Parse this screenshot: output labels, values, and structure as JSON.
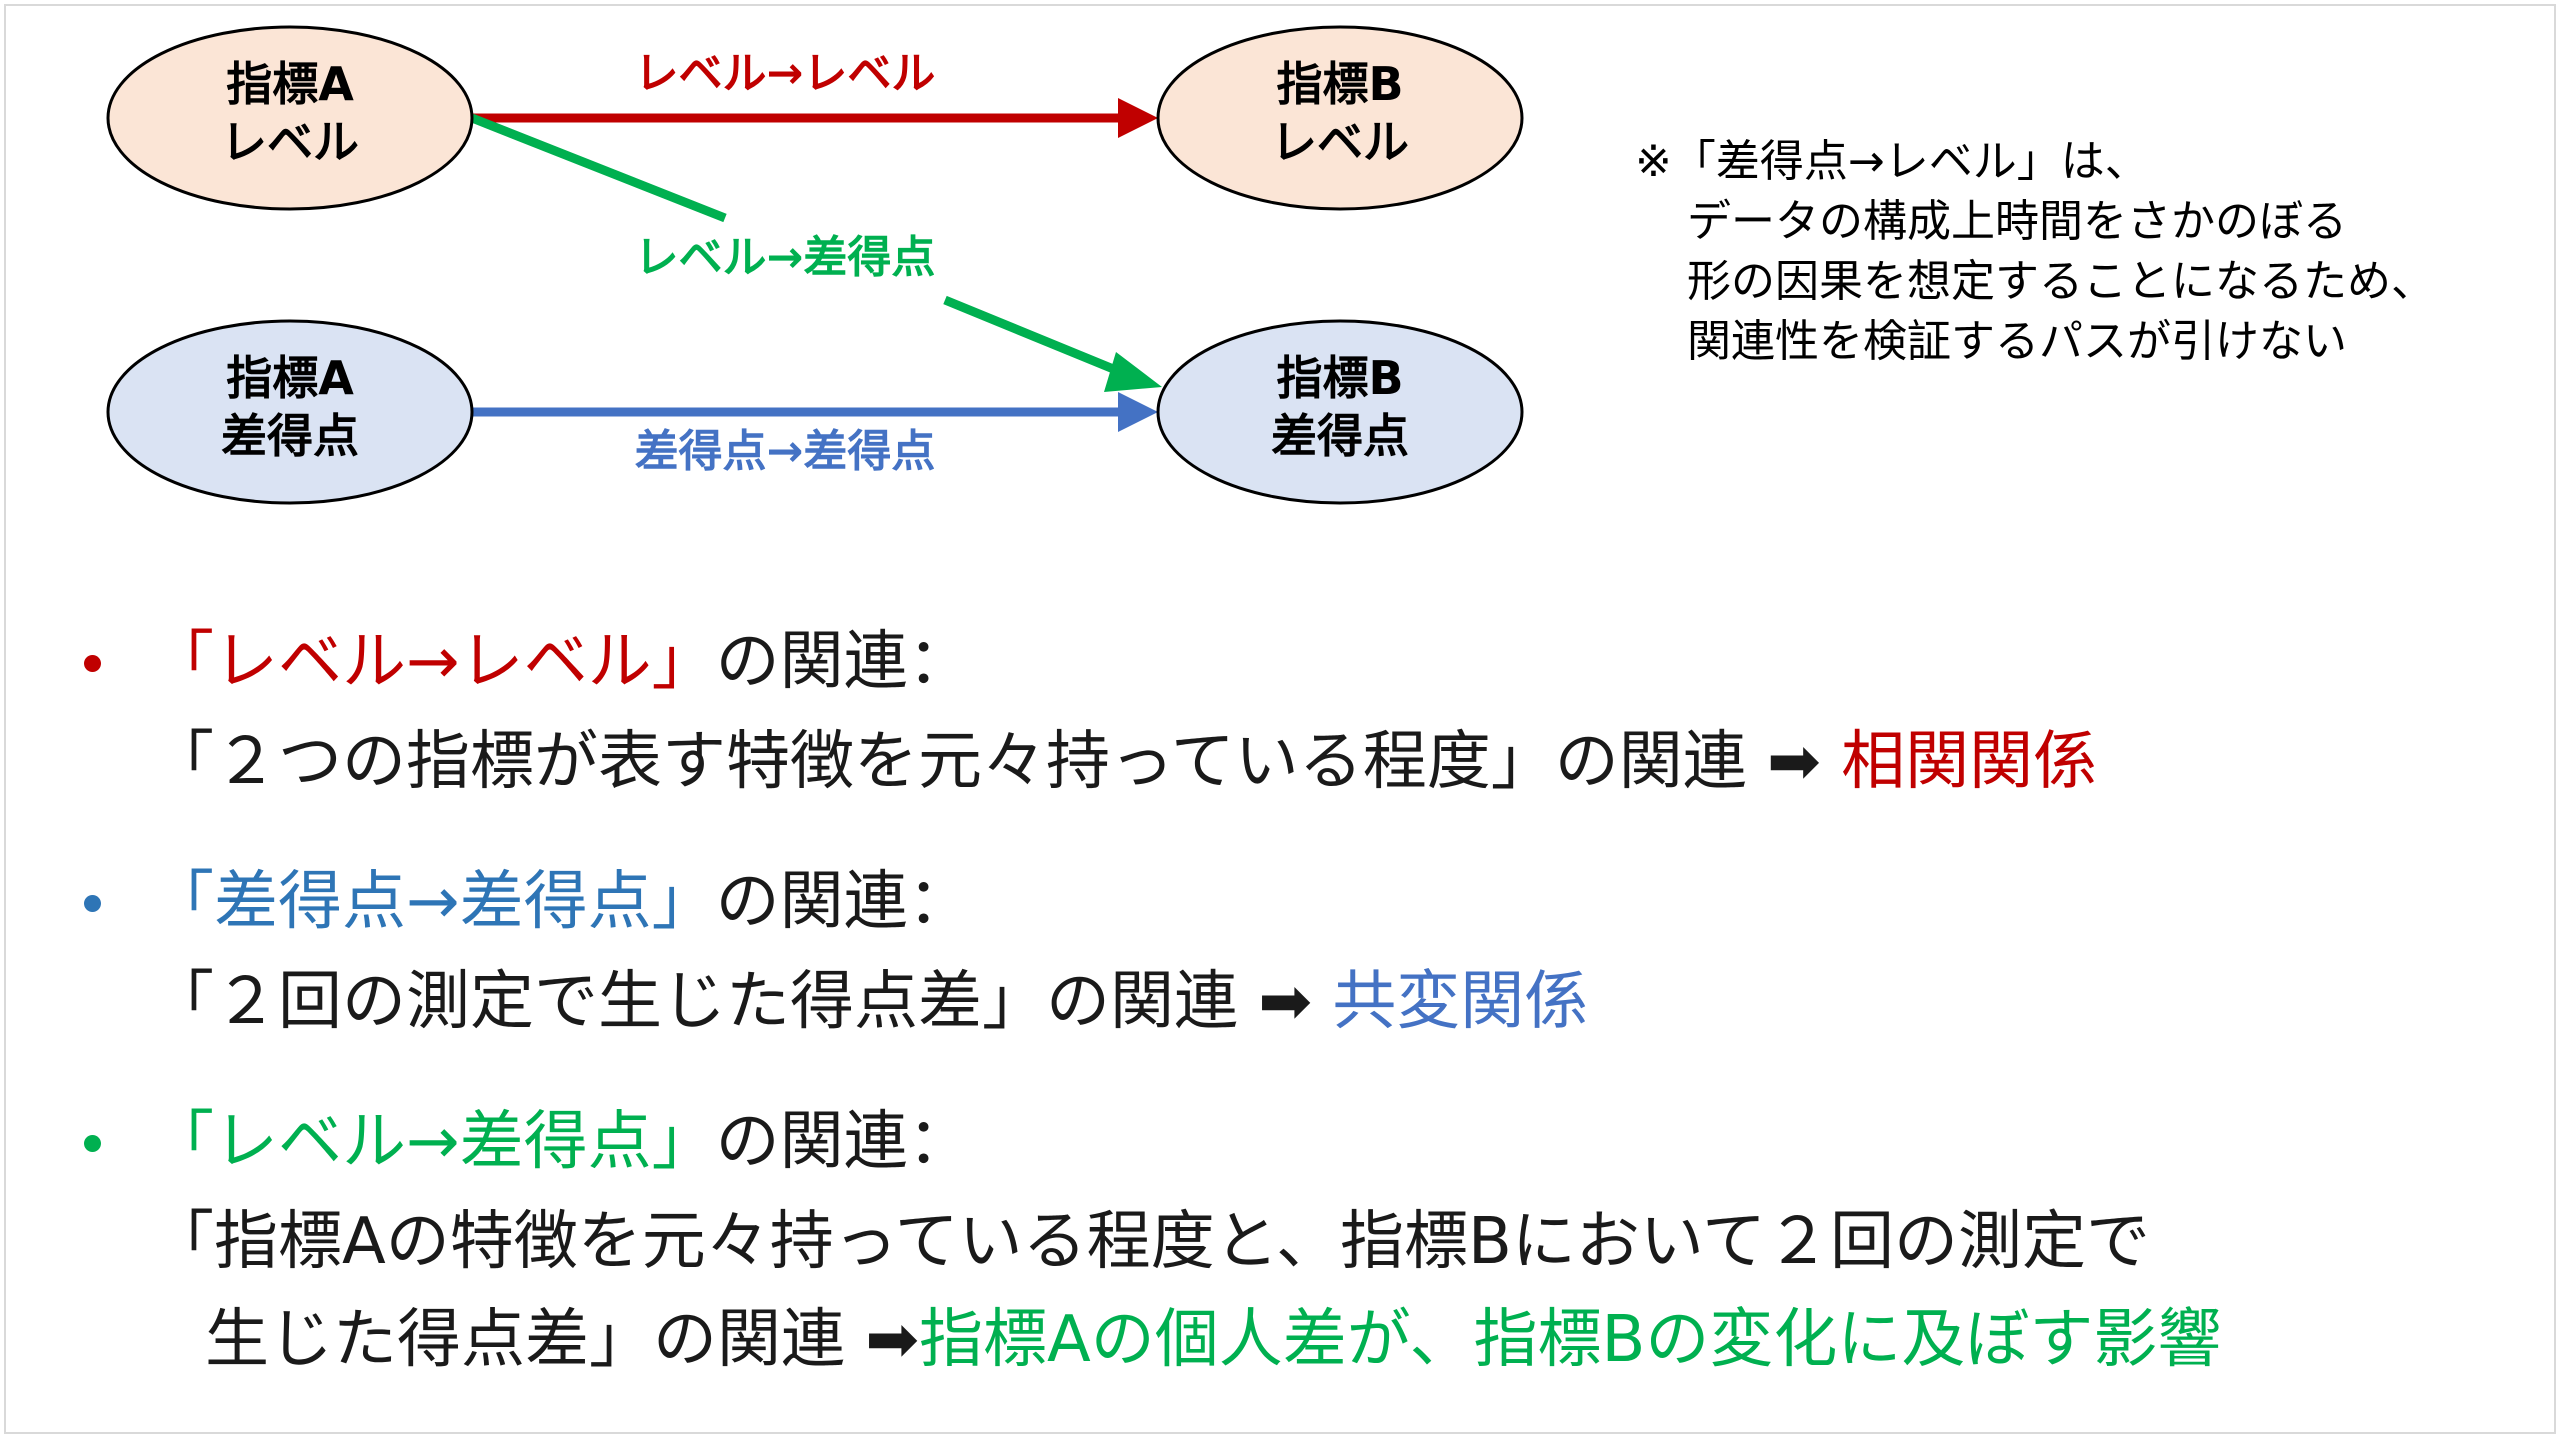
{
  "colors": {
    "red": "#c00000",
    "blue": "#4472c4",
    "bullet_blue": "#2e75b6",
    "green": "#00b050",
    "level_fill": "#fbe5d6",
    "diff_fill": "#dae3f3"
  },
  "diagram": {
    "nodes": {
      "a_level": {
        "line1": "指標A",
        "line2": "レベル"
      },
      "b_level": {
        "line1": "指標B",
        "line2": "レベル"
      },
      "a_diff": {
        "line1": "指標A",
        "line2": "差得点"
      },
      "b_diff": {
        "line1": "指標B",
        "line2": "差得点"
      }
    },
    "edges": {
      "level_level": "レベル→レベル",
      "level_diff": "レベル→差得点",
      "diff_diff": "差得点→差得点"
    }
  },
  "note": {
    "line1": "※「差得点→レベル」は、",
    "line2": "データの構成上時間をさかのぼる",
    "line3": "形の因果を想定することになるため、",
    "line4": "関連性を検証するパスが引けない"
  },
  "bullets": [
    {
      "head_colored": "「レベル→レベル」",
      "head_suffix": "の関連：",
      "body": "「２つの指標が表す特徴を元々持っている程度」の関連",
      "arrow": "➡",
      "conclusion": "相関関係"
    },
    {
      "head_colored": "「差得点→差得点」",
      "head_suffix": "の関連：",
      "body": "「２回の測定で生じた得点差」の関連",
      "arrow": "➡",
      "conclusion": "共変関係"
    },
    {
      "head_colored": "「レベル→差得点」",
      "head_suffix": "の関連：",
      "body": "「指標Aの特徴を元々持っている程度と、指標Bにおいて２回の測定で",
      "body2": "生じた得点差」の関連",
      "arrow": "➡",
      "conclusion": "指標Aの個人差が、指標Bの変化に及ぼす影響"
    }
  ]
}
